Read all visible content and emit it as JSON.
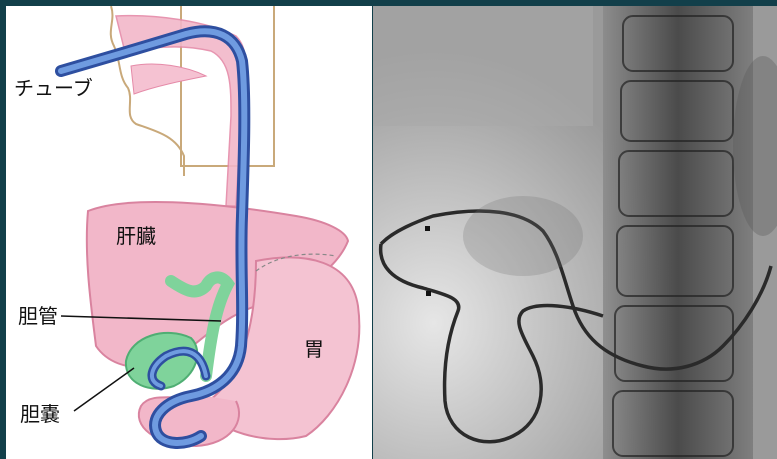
{
  "figure": {
    "illustration_labels": {
      "tube": "チューブ",
      "liver": "肝臓",
      "bile_duct": "胆管",
      "gallbladder": "胆嚢",
      "stomach": "胃"
    },
    "colors": {
      "border": "#123f4a",
      "tube_blue": "#3c6fbf",
      "organ_pink": "#f2b7c9",
      "gallbladder_green": "#7fd39b"
    }
  }
}
